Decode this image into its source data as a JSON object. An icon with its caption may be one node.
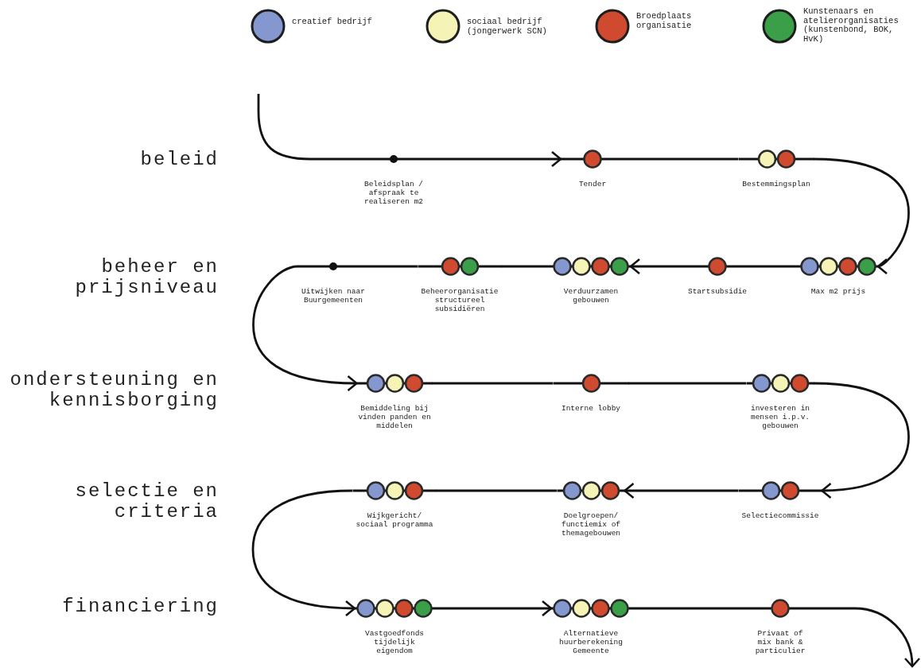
{
  "diagram": {
    "nodes": [
      {
        "text": [
          "Beleidsplan / afspraak te realiseren m2"
        ]
      },
      {
        "text": [
          "Tender"
        ]
      },
      {
        "text": [
          "Bestemmingsplan"
        ]
      },
      {
        "text": [
          "Max m2 prijs"
        ]
      },
      {
        "text": [
          "Startsubsidie"
        ]
      },
      {
        "text": [
          "Verduurzamen gebouwen"
        ]
      },
      {
        "text": [
          "Beheerorganisatie structureel subsidiëren"
        ]
      },
      {
        "text": [
          "Uitwijken naar Buurgemeenten"
        ]
      },
      {
        "text": [
          "Bemiddeling bij vinden panden en middelen"
        ]
      },
      {
        "text": [
          "Interne lobby"
        ]
      },
      {
        "text": [
          "investeren in mensen i.p.v. gebouwen"
        ]
      },
      {
        "text": [
          "Selectiecommissie"
        ]
      },
      {
        "text": [
          "Doelgroepen/ functiemix of themagebouwen"
        ]
      },
      {
        "text": [
          "Wijkgericht/ sociaal programma"
        ]
      },
      {
        "text": [
          "Vastgoedfonds tijdelijk eigendom"
        ]
      },
      {
        "text": [
          "Alternatieve huurberekening Gemeente"
        ]
      },
      {
        "text": [
          "Privaat of mix bank & particulier"
        ]
      }
    ],
    "edges": [
      {
        "from": null,
        "to": 0,
        "arrow": "none"
      },
      {
        "from": 0,
        "to": 1,
        "arrow": "to"
      },
      {
        "from": 1,
        "to": 2,
        "arrow": "none"
      },
      {
        "from": 2,
        "to": 3,
        "arrow": "to"
      },
      {
        "from": 3,
        "to": 4,
        "arrow": "none"
      },
      {
        "from": 4,
        "to": 5,
        "arrow": "to"
      },
      {
        "from": 5,
        "to": 6,
        "arrow": "none"
      },
      {
        "from": 6,
        "to": 7,
        "arrow": "none"
      },
      {
        "from": 7,
        "to": 8,
        "arrow": "to"
      },
      {
        "from": 8,
        "to": 9,
        "arrow": "none"
      },
      {
        "from": 9,
        "to": 10,
        "arrow": "none"
      },
      {
        "from": 10,
        "to": 11,
        "arrow": "to"
      },
      {
        "from": 11,
        "to": 12,
        "arrow": "to"
      },
      {
        "from": 12,
        "to": 13,
        "arrow": "none"
      },
      {
        "from": 13,
        "to": 14,
        "arrow": "to"
      },
      {
        "from": 14,
        "to": 15,
        "arrow": "to"
      },
      {
        "from": 15,
        "to": 16,
        "arrow": "none"
      },
      {
        "from": 16,
        "to": null,
        "arrow": "to"
      }
    ],
    "labels": [
      "beleid",
      "beheer en prijsniveau",
      "ondersteuning en kennisborging",
      "selectie en criteria",
      "financiering"
    ],
    "legend": [
      {
        "text": "creatief bedrijf",
        "color": "#8497cf"
      },
      {
        "text": "sociaal bedrijf (jongerwerk SCN)",
        "color": "#f5f3b5"
      },
      {
        "text": "Broedplaats organisatie",
        "color": "#cf4a2e"
      },
      {
        "text": "Kunstenaars en atelierorganisaties (kunstenbond, BOK, HvK)",
        "color": "#3b9e48"
      }
    ]
  }
}
